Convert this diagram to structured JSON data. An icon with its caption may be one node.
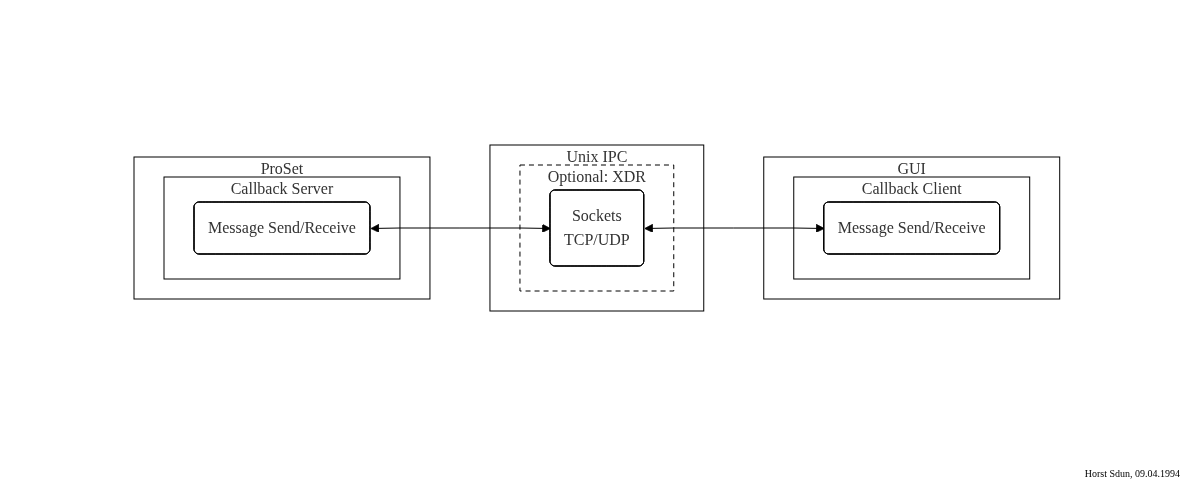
{
  "diagram": {
    "nodes": [
      {
        "text": [
          "ProSet"
        ]
      },
      {
        "text": [
          "Callback Server"
        ],
        "in": 0
      },
      {
        "text": [
          "Message Send/Receive"
        ],
        "in": 1
      },
      {
        "text": [
          "Unix IPC"
        ]
      },
      {
        "text": [
          "Optional: XDR"
        ],
        "in": 3
      },
      {
        "text": [
          "Sockets",
          "TCP/UDP"
        ],
        "in": 4
      },
      {
        "text": [
          "GUI"
        ]
      },
      {
        "text": [
          "Callback Client"
        ],
        "in": 6
      },
      {
        "text": [
          "Message Send/Receive"
        ],
        "in": 7
      }
    ],
    "edges": [
      {
        "from": 2,
        "to": 5,
        "arrow": "both"
      },
      {
        "from": 5,
        "to": 8,
        "arrow": "both"
      }
    ],
    "labels": [
      "Horst Sdun, 09.04.1994"
    ]
  }
}
